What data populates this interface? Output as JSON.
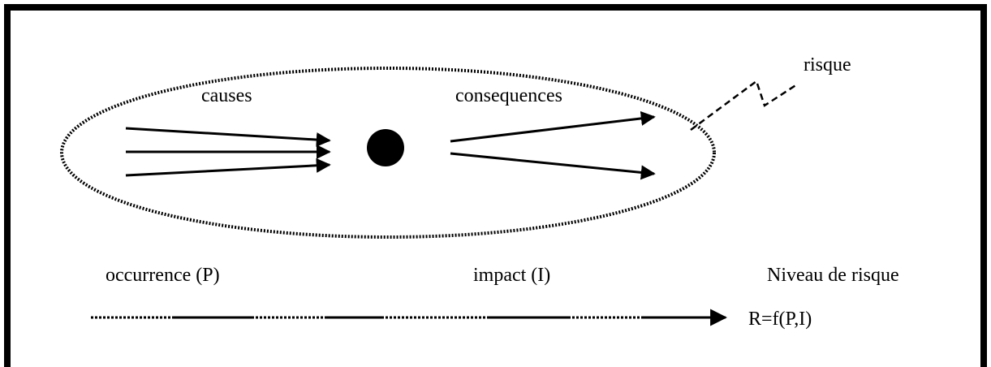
{
  "labels": {
    "causes": "causes",
    "consequences": "consequences",
    "risk": "risque",
    "occurrence": "occurrence (P)",
    "impact": "impact (I)",
    "risk_level": "Niveau de risque",
    "formula": "R=f(P,I)"
  },
  "colors": {
    "ink": "#000000",
    "background": "#ffffff"
  }
}
